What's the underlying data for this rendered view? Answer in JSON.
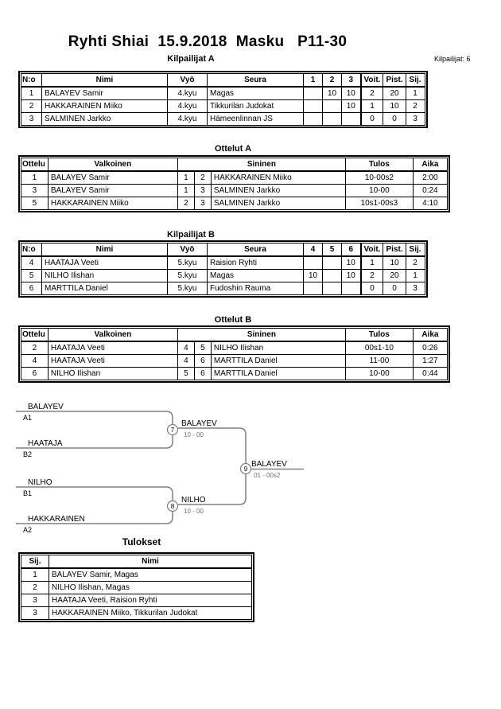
{
  "page": {
    "title": "Ryhti Shiai  15.9.2018  Masku   P11-30",
    "competitors_note": "Kilpailijat: 6"
  },
  "pool_a": {
    "heading": "Kilpailijat A",
    "headers": [
      "N:o",
      "Nimi",
      "Vyö",
      "Seura",
      "1",
      "2",
      "3",
      "Voit.",
      "Pist.",
      "Sij."
    ],
    "rows": [
      {
        "no": "1",
        "name": "BALAYEV Samir",
        "belt": "4.kyu",
        "club": "Magas",
        "r1": "",
        "r2": "10",
        "r3": "10",
        "wins": "2",
        "points": "20",
        "place": "1"
      },
      {
        "no": "2",
        "name": "HAKKARAINEN Miiko",
        "belt": "4.kyu",
        "club": "Tikkurilan Judokat",
        "r1": "",
        "r2": "",
        "r3": "10",
        "wins": "1",
        "points": "10",
        "place": "2"
      },
      {
        "no": "3",
        "name": "SALMINEN Jarkko",
        "belt": "4.kyu",
        "club": "Hämeenlinnan JS",
        "r1": "",
        "r2": "",
        "r3": "",
        "wins": "0",
        "points": "0",
        "place": "3"
      }
    ]
  },
  "matches_a": {
    "heading": "Ottelut A",
    "headers": {
      "match": "Ottelu",
      "white": "Valkoinen",
      "blue": "Sininen",
      "result": "Tulos",
      "time": "Aika"
    },
    "rows": [
      {
        "match": "1",
        "white": "BALAYEV Samir",
        "wno": "1",
        "bno": "2",
        "blue": "HAKKARAINEN Miiko",
        "result": "10-00s2",
        "time": "2:00"
      },
      {
        "match": "3",
        "white": "BALAYEV Samir",
        "wno": "1",
        "bno": "3",
        "blue": "SALMINEN Jarkko",
        "result": "10-00",
        "time": "0:24"
      },
      {
        "match": "5",
        "white": "HAKKARAINEN Miiko",
        "wno": "2",
        "bno": "3",
        "blue": "SALMINEN Jarkko",
        "result": "10s1-00s3",
        "time": "4:10"
      }
    ]
  },
  "pool_b": {
    "heading": "Kilpailijat B",
    "headers": [
      "N:o",
      "Nimi",
      "Vyö",
      "Seura",
      "4",
      "5",
      "6",
      "Voit.",
      "Pist.",
      "Sij."
    ],
    "rows": [
      {
        "no": "4",
        "name": "HAATAJA Veeti",
        "belt": "5.kyu",
        "club": "Raision Ryhti",
        "r1": "",
        "r2": "",
        "r3": "10",
        "wins": "1",
        "points": "10",
        "place": "2"
      },
      {
        "no": "5",
        "name": "NILHO Ilishan",
        "belt": "5.kyu",
        "club": "Magas",
        "r1": "10",
        "r2": "",
        "r3": "10",
        "wins": "2",
        "points": "20",
        "place": "1"
      },
      {
        "no": "6",
        "name": "MARTTILA Daniel",
        "belt": "5.kyu",
        "club": "Fudoshin Rauma",
        "r1": "",
        "r2": "",
        "r3": "",
        "wins": "0",
        "points": "0",
        "place": "3"
      }
    ]
  },
  "matches_b": {
    "heading": "Ottelut B",
    "headers": {
      "match": "Ottelu",
      "white": "Valkoinen",
      "blue": "Sininen",
      "result": "Tulos",
      "time": "Aika"
    },
    "rows": [
      {
        "match": "2",
        "white": "HAATAJA Veeti",
        "wno": "4",
        "bno": "5",
        "blue": "NILHO Ilishan",
        "result": "00s1-10",
        "time": "0:26"
      },
      {
        "match": "4",
        "white": "HAATAJA Veeti",
        "wno": "4",
        "bno": "6",
        "blue": "MARTTILA Daniel",
        "result": "11-00",
        "time": "1:27"
      },
      {
        "match": "6",
        "white": "NILHO Ilishan",
        "wno": "5",
        "bno": "6",
        "blue": "MARTTILA Daniel",
        "result": "10-00",
        "time": "0:44"
      }
    ]
  },
  "bracket": {
    "slots": [
      {
        "name": "BALAYEV",
        "seed": "A1"
      },
      {
        "name": "HAATAJA",
        "seed": "B2"
      },
      {
        "name": "NILHO",
        "seed": "B1"
      },
      {
        "name": "HAKKARAINEN",
        "seed": "A2"
      }
    ],
    "semifinal_1": {
      "number": "7",
      "winner": "BALAYEV",
      "score": "10 - 00"
    },
    "semifinal_2": {
      "number": "8",
      "winner": "NILHO",
      "score": "10 - 00"
    },
    "final": {
      "number": "9",
      "winner": "BALAYEV",
      "score": "01 - 00s2"
    }
  },
  "results": {
    "heading": "Tulokset",
    "headers": [
      "Sij.",
      "Nimi"
    ],
    "rows": [
      {
        "place": "1",
        "name": "BALAYEV Samir, Magas"
      },
      {
        "place": "2",
        "name": "NILHO Ilishan, Magas"
      },
      {
        "place": "3",
        "name": "HAATAJA Veeti, Raision Ryhti"
      },
      {
        "place": "3",
        "name": "HAKKARAINEN Miiko, Tikkurilan Judokat"
      }
    ]
  },
  "colors": {
    "bracket_line": "#808080",
    "score_text": "#707070",
    "border": "#000000"
  }
}
